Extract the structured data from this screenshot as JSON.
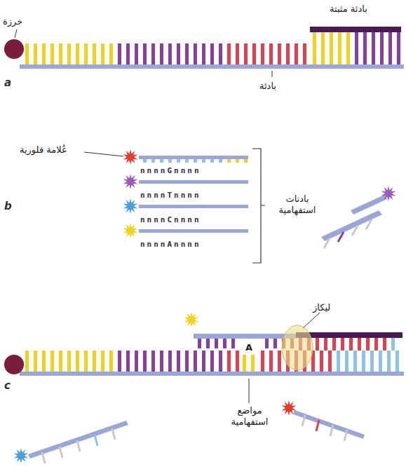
{
  "diagram": {
    "labels": [
      "بادئة مثبتة",
      "خرزة",
      "a",
      "بادئة",
      "عُلامة فلورية",
      "nnnnGnnnn",
      "nnnnTnnnn",
      "nnnnCnnnn",
      "nnnnAnnnn",
      "بادنات استفهامية",
      "b",
      "ليكاز",
      "A",
      "مواضع استفهامية",
      "c"
    ]
  }
}
